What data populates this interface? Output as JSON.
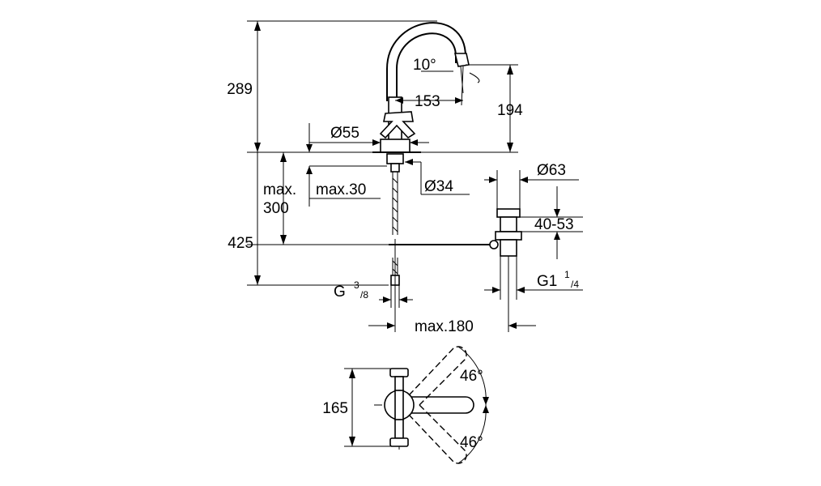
{
  "dimensions": {
    "height_total": "289",
    "spout_angle": "10°",
    "spout_reach": "153",
    "spout_height": "194",
    "base_diameter": "Ø55",
    "hole_diameter": "Ø34",
    "waste_diameter": "Ø63",
    "max_label": "max.",
    "max_300": "300",
    "max_30": "max.30",
    "depth_425": "425",
    "waste_range": "40-53",
    "connection_g": "G",
    "connection_g_frac_num": "3",
    "connection_g_frac_den": "/8",
    "waste_thread": "G1",
    "waste_thread_frac_num": "1",
    "waste_thread_frac_den": "/4",
    "max_180": "max.180",
    "plan_width": "165",
    "angle_top": "46°",
    "angle_bottom": "46°"
  },
  "colors": {
    "line": "#000000",
    "background": "#ffffff"
  }
}
